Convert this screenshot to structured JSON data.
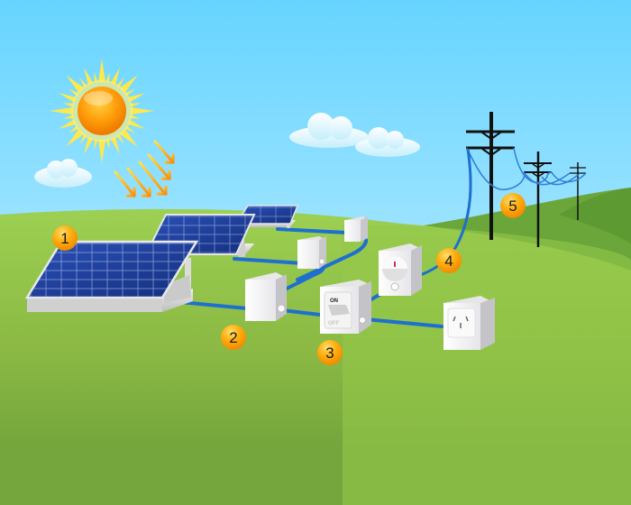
{
  "diagram": {
    "title": "",
    "type": "grid-tied solar power system illustration",
    "colors": {
      "sky_top": "#66d4ff",
      "sky_bottom": "#c8efff",
      "grass_light": "#8cc43f",
      "grass_dark": "#74a63d",
      "hill_dark": "#5e9a32",
      "sun": "#ff9900",
      "sun_rays": "#ffe94a",
      "panel": "#1e3f9a",
      "wire": "#1e6fd0",
      "badge": "#ffa000",
      "box": "#e8e8e8",
      "pole": "#111111"
    },
    "badges": [
      {
        "number": "1",
        "component": "solar-panels"
      },
      {
        "number": "2",
        "component": "inverter"
      },
      {
        "number": "3",
        "component": "isolation-switch"
      },
      {
        "number": "4",
        "component": "meter"
      },
      {
        "number": "5",
        "component": "power-grid"
      }
    ],
    "switch": {
      "on_label": "ON",
      "off_label": "OFF"
    },
    "components": {
      "solar_panels": 3,
      "junction_boxes": 3,
      "switch": 1,
      "meter": 1,
      "power_outlet": 1,
      "power_poles": 3
    }
  }
}
